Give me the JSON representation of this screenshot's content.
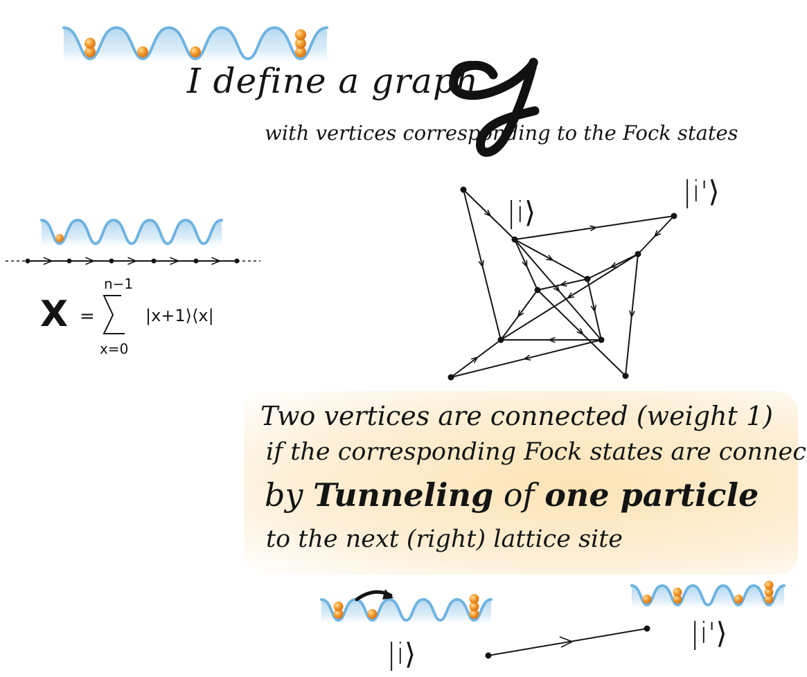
{
  "title": {
    "prefix": "I define a graph",
    "symbol": "G",
    "subtitle": "with vertices corresponding to the Fock states"
  },
  "lattice_operator": {
    "symbol": "X",
    "equals": "=",
    "sum_upper": "n−1",
    "sum_lower": "x=0",
    "summand": "|x+1⟩⟨x|"
  },
  "graph_labels": {
    "state_i": "|i⟩",
    "state_i_prime": "|i'⟩"
  },
  "rule": {
    "line1": "Two vertices are connected (weight 1)",
    "line2": "if the corresponding Fock states are connected",
    "line3_prefix": "by",
    "line3_bold1": "Tunneling",
    "line3_mid": "of",
    "line3_bold2": "one particle",
    "line4": "to the next (right) lattice site"
  },
  "example": {
    "state_i": "|i⟩",
    "state_i_prime": "|i'⟩"
  },
  "colors": {
    "ink": "#141414",
    "well": "#8ec3e6",
    "particle": "#f39a2a",
    "highlight": "#fde2b2"
  }
}
